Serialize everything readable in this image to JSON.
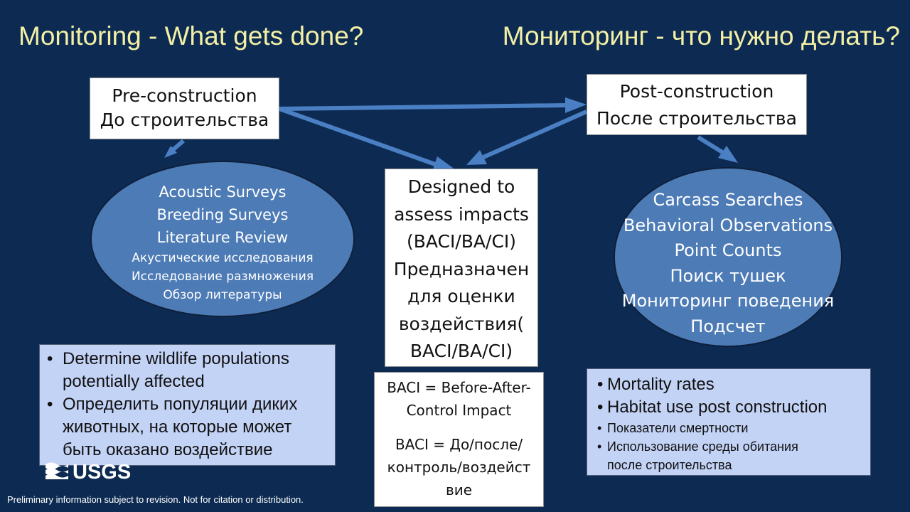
{
  "title_en": "Monitoring - What gets done?",
  "title_ru": "Мониторинг - что нужно делать?",
  "pre_construction": {
    "en": "Pre-construction",
    "ru": "До строительства"
  },
  "post_construction": {
    "en": "Post-construction",
    "ru": "После строительства"
  },
  "impact_box": {
    "lines": [
      "Designed to",
      "assess impacts",
      "(BACI/BA/CI)",
      "Предназначен",
      "для оценки",
      "воздействия(",
      "BACI/BA/CI)"
    ]
  },
  "baci_box": {
    "en_lines": [
      "BACI = Before-After-",
      "Control Impact"
    ],
    "ru_lines": [
      "BACI = До/после/",
      "контроль/воздейст",
      "вие"
    ]
  },
  "pre_methods": {
    "en": [
      "Acoustic Surveys",
      "Breeding Surveys",
      "Literature Review"
    ],
    "ru": [
      "Акустические исследования",
      "Исследование размножения",
      "Обзор литературы"
    ]
  },
  "post_methods": [
    "Carcass Searches",
    "Behavioral Observations",
    "Point Counts",
    "Поиск тушек",
    "Мониторинг поведения",
    "Подсчет"
  ],
  "pre_goals": {
    "bullet": "•",
    "items": [
      [
        "Determine wildlife populations",
        "potentially affected"
      ],
      [
        "Определить популяции диких",
        "животных, на которые может",
        "быть оказано воздействие"
      ]
    ]
  },
  "post_goals": {
    "bullet": "•",
    "items_big": [
      "Mortality rates",
      "Habitat use post construction"
    ],
    "items_small": [
      [
        "Показатели смертности"
      ],
      [
        "Использование среды обитания",
        "после строительства"
      ]
    ]
  },
  "logo": {
    "text": "USGS",
    "color": "#ffffff"
  },
  "disclaimer": "Preliminary information subject to revision. Not for citation or distribution.",
  "colors": {
    "background": "#0d2b52",
    "title": "#f3f0a6",
    "ellipse_fill": "#4d7bb6",
    "note_fill": "#c3d3f6",
    "arrow": "#4a7fc4"
  }
}
